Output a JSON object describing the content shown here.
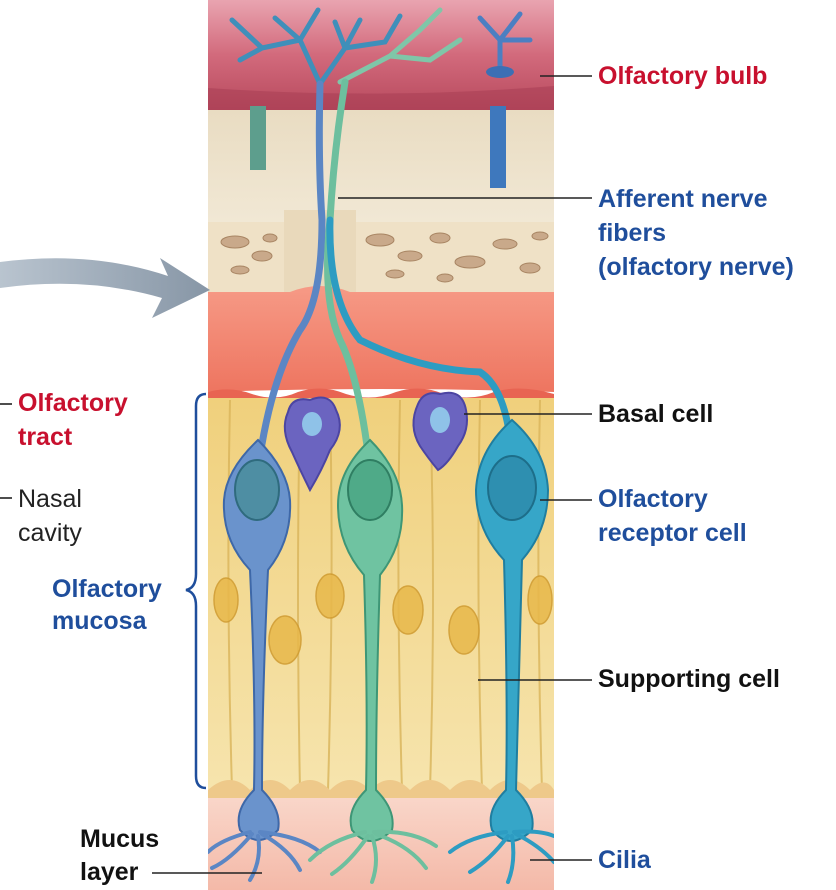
{
  "labels": {
    "olfactory_bulb": "Olfactory bulb",
    "afferent_1": "Afferent nerve",
    "afferent_2": "fibers",
    "afferent_3": "(olfactory nerve)",
    "basal_cell": "Basal cell",
    "receptor_1": "Olfactory",
    "receptor_2": "receptor cell",
    "supporting_cell": "Supporting cell",
    "cilia": "Cilia",
    "tract_1": "Olfactory",
    "tract_2": "tract",
    "nasal_1": "Nasal",
    "nasal_2": "cavity",
    "mucosa_1": "Olfactory",
    "mucosa_2": "mucosa",
    "mucus_1": "Mucus",
    "mucus_2": "layer"
  },
  "colors": {
    "title_red": "#c8102e",
    "label_blue": "#1f4e9c",
    "label_black": "#111111",
    "bulb": "#c8566a",
    "bone": "#efe4cf",
    "lamina": "#f07a66",
    "supporting": "#f1d58a",
    "neuron_blue": "#5b86c4",
    "neuron_green": "#5db89a",
    "neuron_teal": "#2a9dc0",
    "basal": "#6b64c0"
  },
  "icons": [
    "curved-arrow-icon",
    "bracket-icon"
  ]
}
